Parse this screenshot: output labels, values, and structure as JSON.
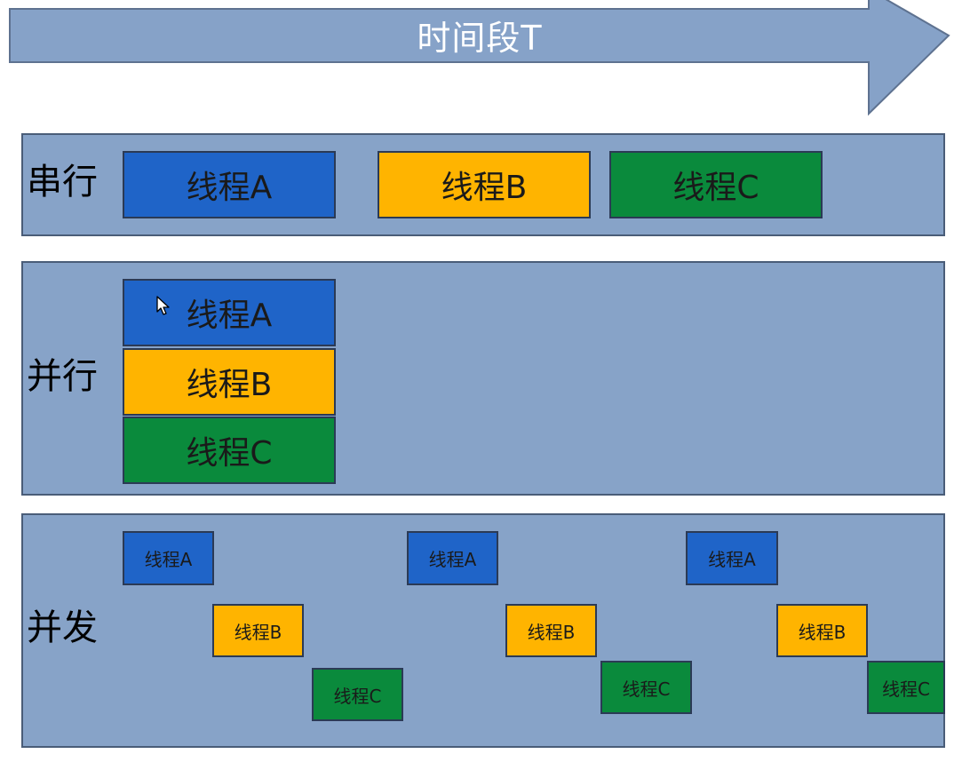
{
  "timeline": {
    "label": "时间段T"
  },
  "rows": {
    "serial": {
      "label": "串行"
    },
    "parallel": {
      "label": "并行"
    },
    "concurrent": {
      "label": "并发"
    }
  },
  "threads": {
    "a": {
      "label": "线程A",
      "color": "#1f64c8"
    },
    "b": {
      "label": "线程B",
      "color": "#ffb400"
    },
    "c": {
      "label": "线程C",
      "color": "#0a8a3c"
    }
  },
  "colors": {
    "arrow": "#86a2c8",
    "panel": "#87a3c8",
    "border": "#4a5d78"
  }
}
